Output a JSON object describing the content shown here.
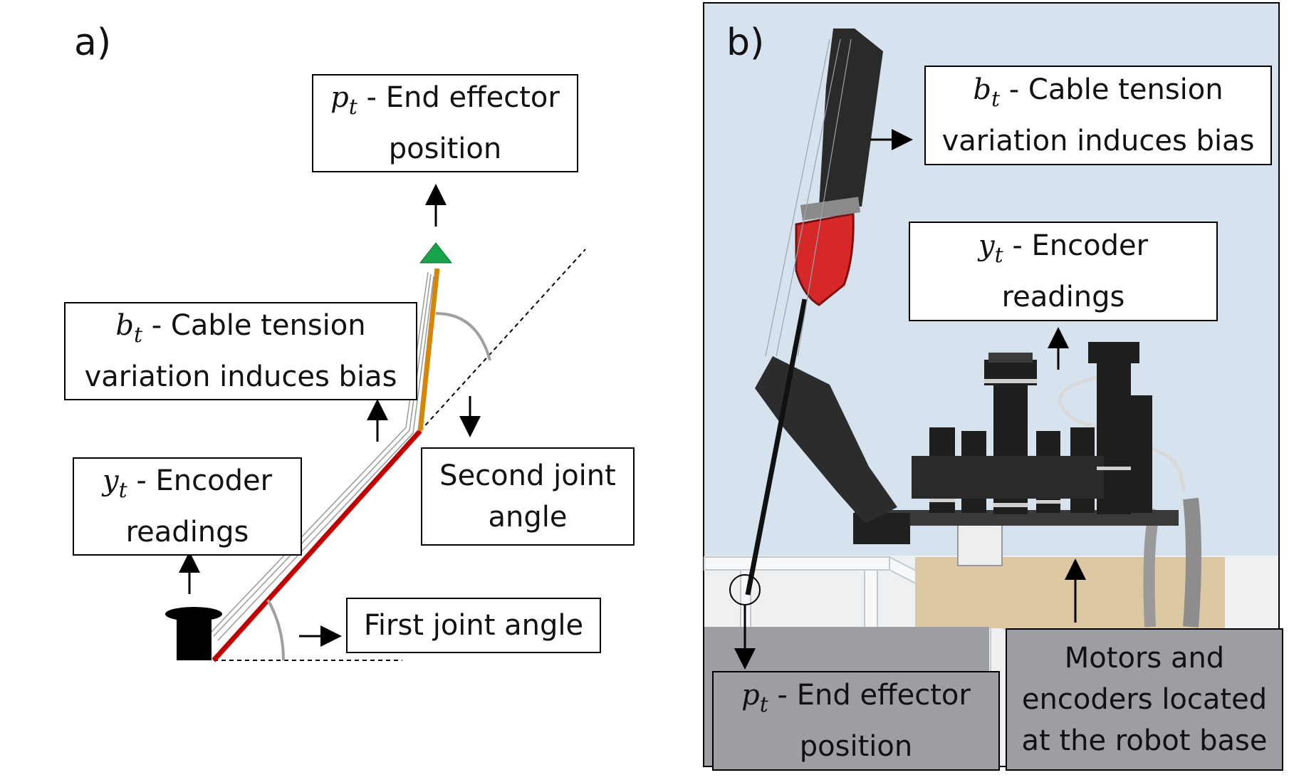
{
  "panel_a": {
    "letter": "a)",
    "end_effector": {
      "symbol": "p",
      "sub": "t",
      "line1": " - End effector",
      "line2": "position"
    },
    "cable_tension": {
      "symbol": "b",
      "sub": "t",
      "line1": " - Cable tension",
      "line2": "variation induces bias"
    },
    "encoder": {
      "symbol": "y",
      "sub": "t",
      "line1": " - Encoder",
      "line2": "readings"
    },
    "second_joint": {
      "line1": "Second joint",
      "line2": "angle"
    },
    "first_joint": {
      "line1": "First joint angle"
    }
  },
  "panel_b": {
    "letter": "b)",
    "cable_tension": {
      "symbol": "b",
      "sub": "t",
      "line1": " - Cable tension",
      "line2": "variation induces bias"
    },
    "encoder": {
      "symbol": "y",
      "sub": "t",
      "line1": " - Encoder",
      "line2": "readings"
    },
    "end_effector": {
      "symbol": "p",
      "sub": "t",
      "line1": " - End effector",
      "line2": "position"
    },
    "motors": {
      "line1": "Motors and",
      "line2": "encoders located",
      "line3": "at the robot base"
    }
  },
  "colors": {
    "first_link": "#c00000",
    "second_link": "#d4860b",
    "end_marker": "#16a34a",
    "photo_background": "#d6e3ef",
    "robot_grip": "#d62828"
  }
}
